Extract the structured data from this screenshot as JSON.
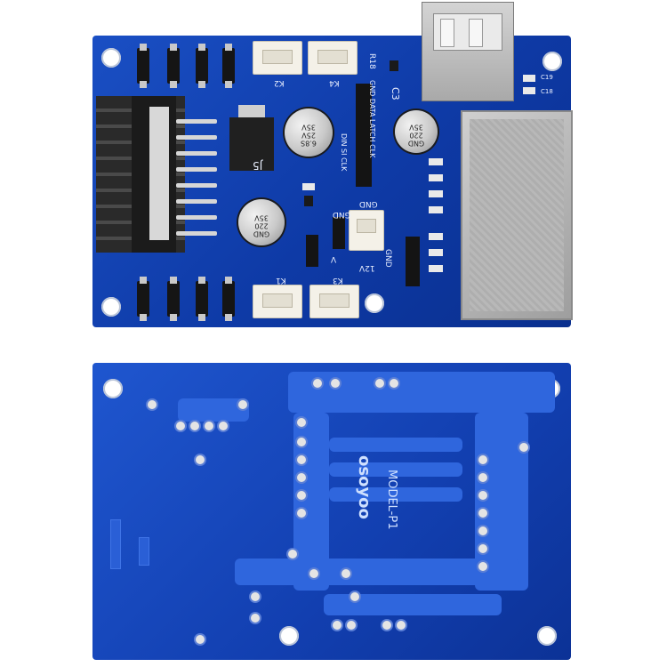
{
  "top_board": {
    "labels": {
      "k2": "K2",
      "k4": "K4",
      "k1": "K1",
      "k3": "K3",
      "r18": "R18",
      "c3": "C3",
      "c19": "C19",
      "c18": "C18",
      "gnd_top": "GND",
      "gnd_mid": "GND",
      "v12": "12V",
      "v": "V",
      "gnd_right": "GND",
      "j5": "J5",
      "header_pins": "GND DATA LATCH CLK",
      "header_pins_2": "DIN SI CLK"
    },
    "capacitors": [
      {
        "text": "6.8S\n25V\n35V"
      },
      {
        "text": "GND\n220\n35V"
      },
      {
        "text": "GND\n220\n35V"
      }
    ],
    "colors": {
      "pcb": "#0e3aa6",
      "connector": "#f4f1e8",
      "shield": "#b8b8b8"
    }
  },
  "bottom_board": {
    "logo": "osoyoo",
    "model": "MODEL-P1",
    "colors": {
      "pcb": "#123fb0",
      "trace": "#2f66dd"
    }
  }
}
